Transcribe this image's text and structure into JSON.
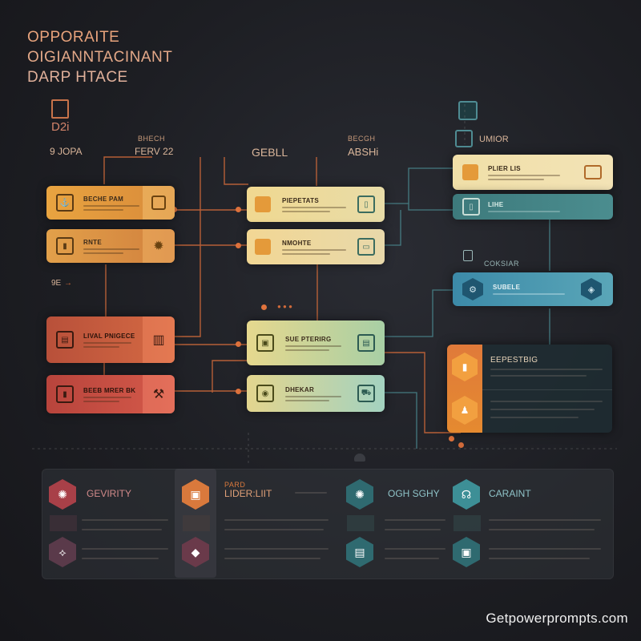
{
  "header": {
    "title_line1": "OPPORAITE",
    "title_line2": "OIGIANNTACINANT",
    "title_line3": "DARP HTACE",
    "top_left_label": "D2i",
    "column_labels": [
      "9 JOPA",
      "FERV 22",
      "GEBLL",
      "ABSHi",
      "UMIOR"
    ],
    "column_sublabels": [
      "BHECH",
      "BECGH"
    ]
  },
  "left_cards": [
    {
      "title": "BECHE PAM",
      "color": "#e9a03c"
    },
    {
      "title": "RNTE",
      "color": "#e39a4a"
    },
    {
      "title": "LIVAL PNIGECE",
      "color": "#c85b3a"
    },
    {
      "title": "BEEB MRER BK",
      "color": "#c85548"
    }
  ],
  "middle_cards": [
    {
      "title": "PIEPETATS"
    },
    {
      "title": "NMOHTE"
    },
    {
      "title": "SUE PTERIRG"
    },
    {
      "title": "DHEKAR"
    }
  ],
  "right_cards": [
    {
      "title": "PLIER LIS"
    },
    {
      "title": "LIHE"
    },
    {
      "title": "SUBELE"
    }
  ],
  "right_section_label": "COKSIAR",
  "side_label": "9E",
  "dark_card": {
    "title": "EEPESTBIG"
  },
  "bottom_panel": {
    "sections": [
      {
        "title": "GEVIRITY",
        "color": "#b8454a",
        "icon": "gear-icon"
      },
      {
        "title": "LIDER:LIIT",
        "color": "#d9793c",
        "icon": "shield-icon",
        "subtitle": "PARD"
      },
      {
        "title": "OGH SGHY",
        "color": "#3c8f97",
        "icon": "gear-icon"
      },
      {
        "title": "CARAINT",
        "color": "#3d8f96",
        "icon": "head-icon"
      }
    ]
  },
  "watermark": "Getpowerprompts.com"
}
